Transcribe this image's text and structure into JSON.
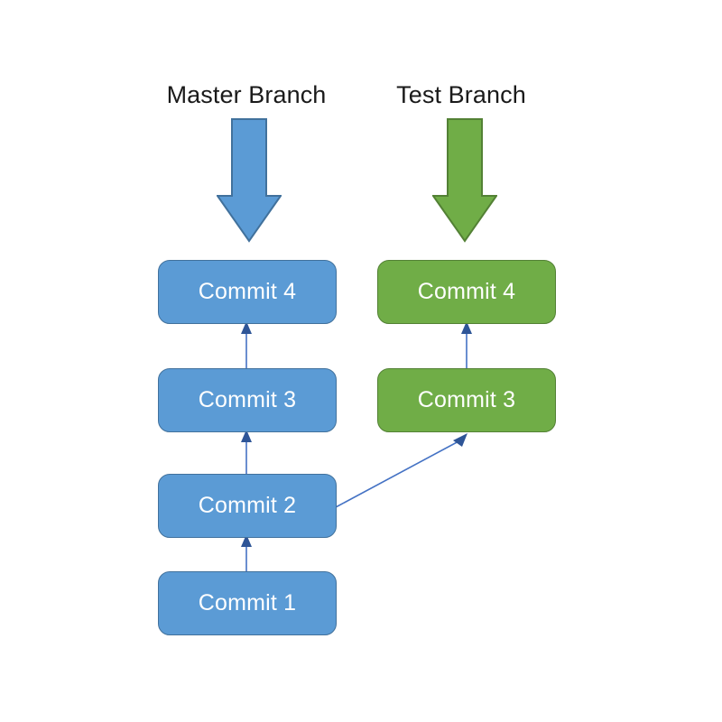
{
  "diagram": {
    "title": "Git branching commit diagram",
    "background_color": "#FFFFFF",
    "colors": {
      "master_fill": "#5B9BD5",
      "master_stroke": "#41719C",
      "test_fill": "#70AD47",
      "test_stroke": "#538135",
      "connector": "#4472C4",
      "label_text": "#1A1A1A",
      "box_text": "#FFFFFF"
    },
    "branches": [
      {
        "id": "master",
        "label": "Master Branch",
        "color": "#5B9BD5",
        "arrow_name": "master-branch-pointer-arrow",
        "commits": [
          {
            "label": "Commit 4"
          },
          {
            "label": "Commit 3"
          },
          {
            "label": "Commit 2"
          },
          {
            "label": "Commit 1"
          }
        ]
      },
      {
        "id": "test",
        "label": "Test Branch",
        "color": "#70AD47",
        "arrow_name": "test-branch-pointer-arrow",
        "commits": [
          {
            "label": "Commit 4"
          },
          {
            "label": "Commit 3"
          }
        ]
      }
    ],
    "connections": [
      {
        "name": "commit1-to-commit2-master",
        "from": "Commit 1",
        "to": "Commit 2",
        "kind": "vertical"
      },
      {
        "name": "commit2-to-commit3-master",
        "from": "Commit 2",
        "to": "Commit 3",
        "kind": "vertical"
      },
      {
        "name": "commit3-to-commit4-master",
        "from": "Commit 3",
        "to": "Commit 4",
        "kind": "vertical"
      },
      {
        "name": "commit2-master-to-commit3-test",
        "from": "Commit 2",
        "to": "Commit 3",
        "kind": "diagonal-branch"
      },
      {
        "name": "commit3-to-commit4-test",
        "from": "Commit 3",
        "to": "Commit 4",
        "kind": "vertical"
      }
    ]
  }
}
